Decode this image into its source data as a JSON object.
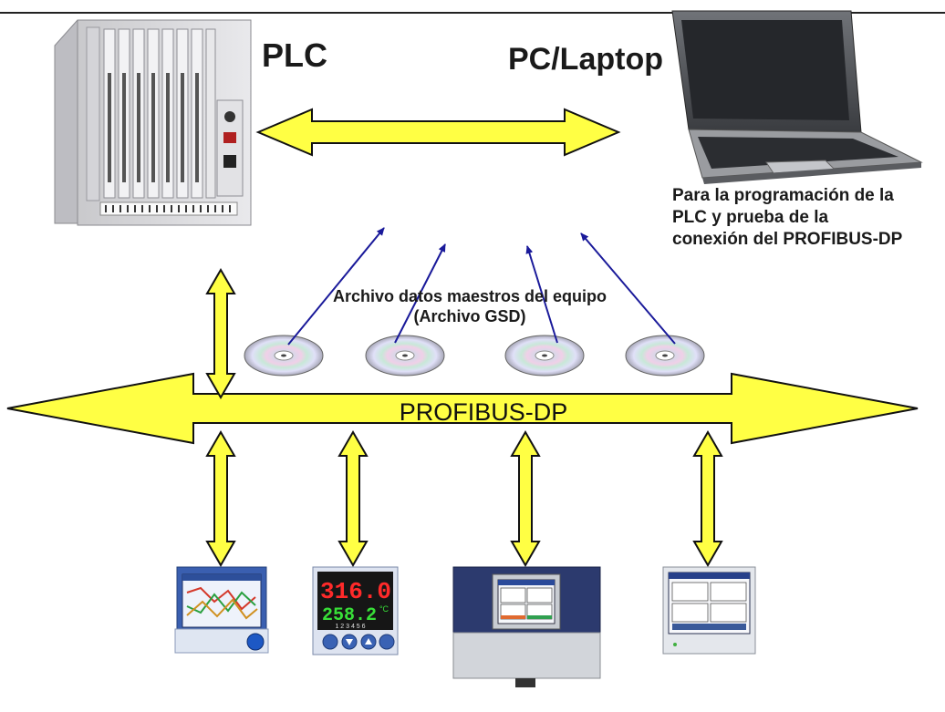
{
  "labels": {
    "plc": "PLC",
    "pc": "PC/Laptop",
    "note_lines": [
      "Para la programación de la",
      "PLC y prueba de la",
      "conexión del PROFIBUS-DP"
    ],
    "gsd_lines": [
      "Archivo datos maestros del equipo",
      "(Archivo GSD)"
    ],
    "bus": "PROFIBUS-DP"
  },
  "devices": {
    "d2_display_top": "316.0",
    "d2_display_bottom": "258.2",
    "d2_unit": "°C",
    "d2_leds": "1 2 3 4 5 6"
  },
  "colors": {
    "arrow_fill": "#ffff44",
    "arrow_stroke": "#111111",
    "pointer_line": "#1a1a9a"
  }
}
